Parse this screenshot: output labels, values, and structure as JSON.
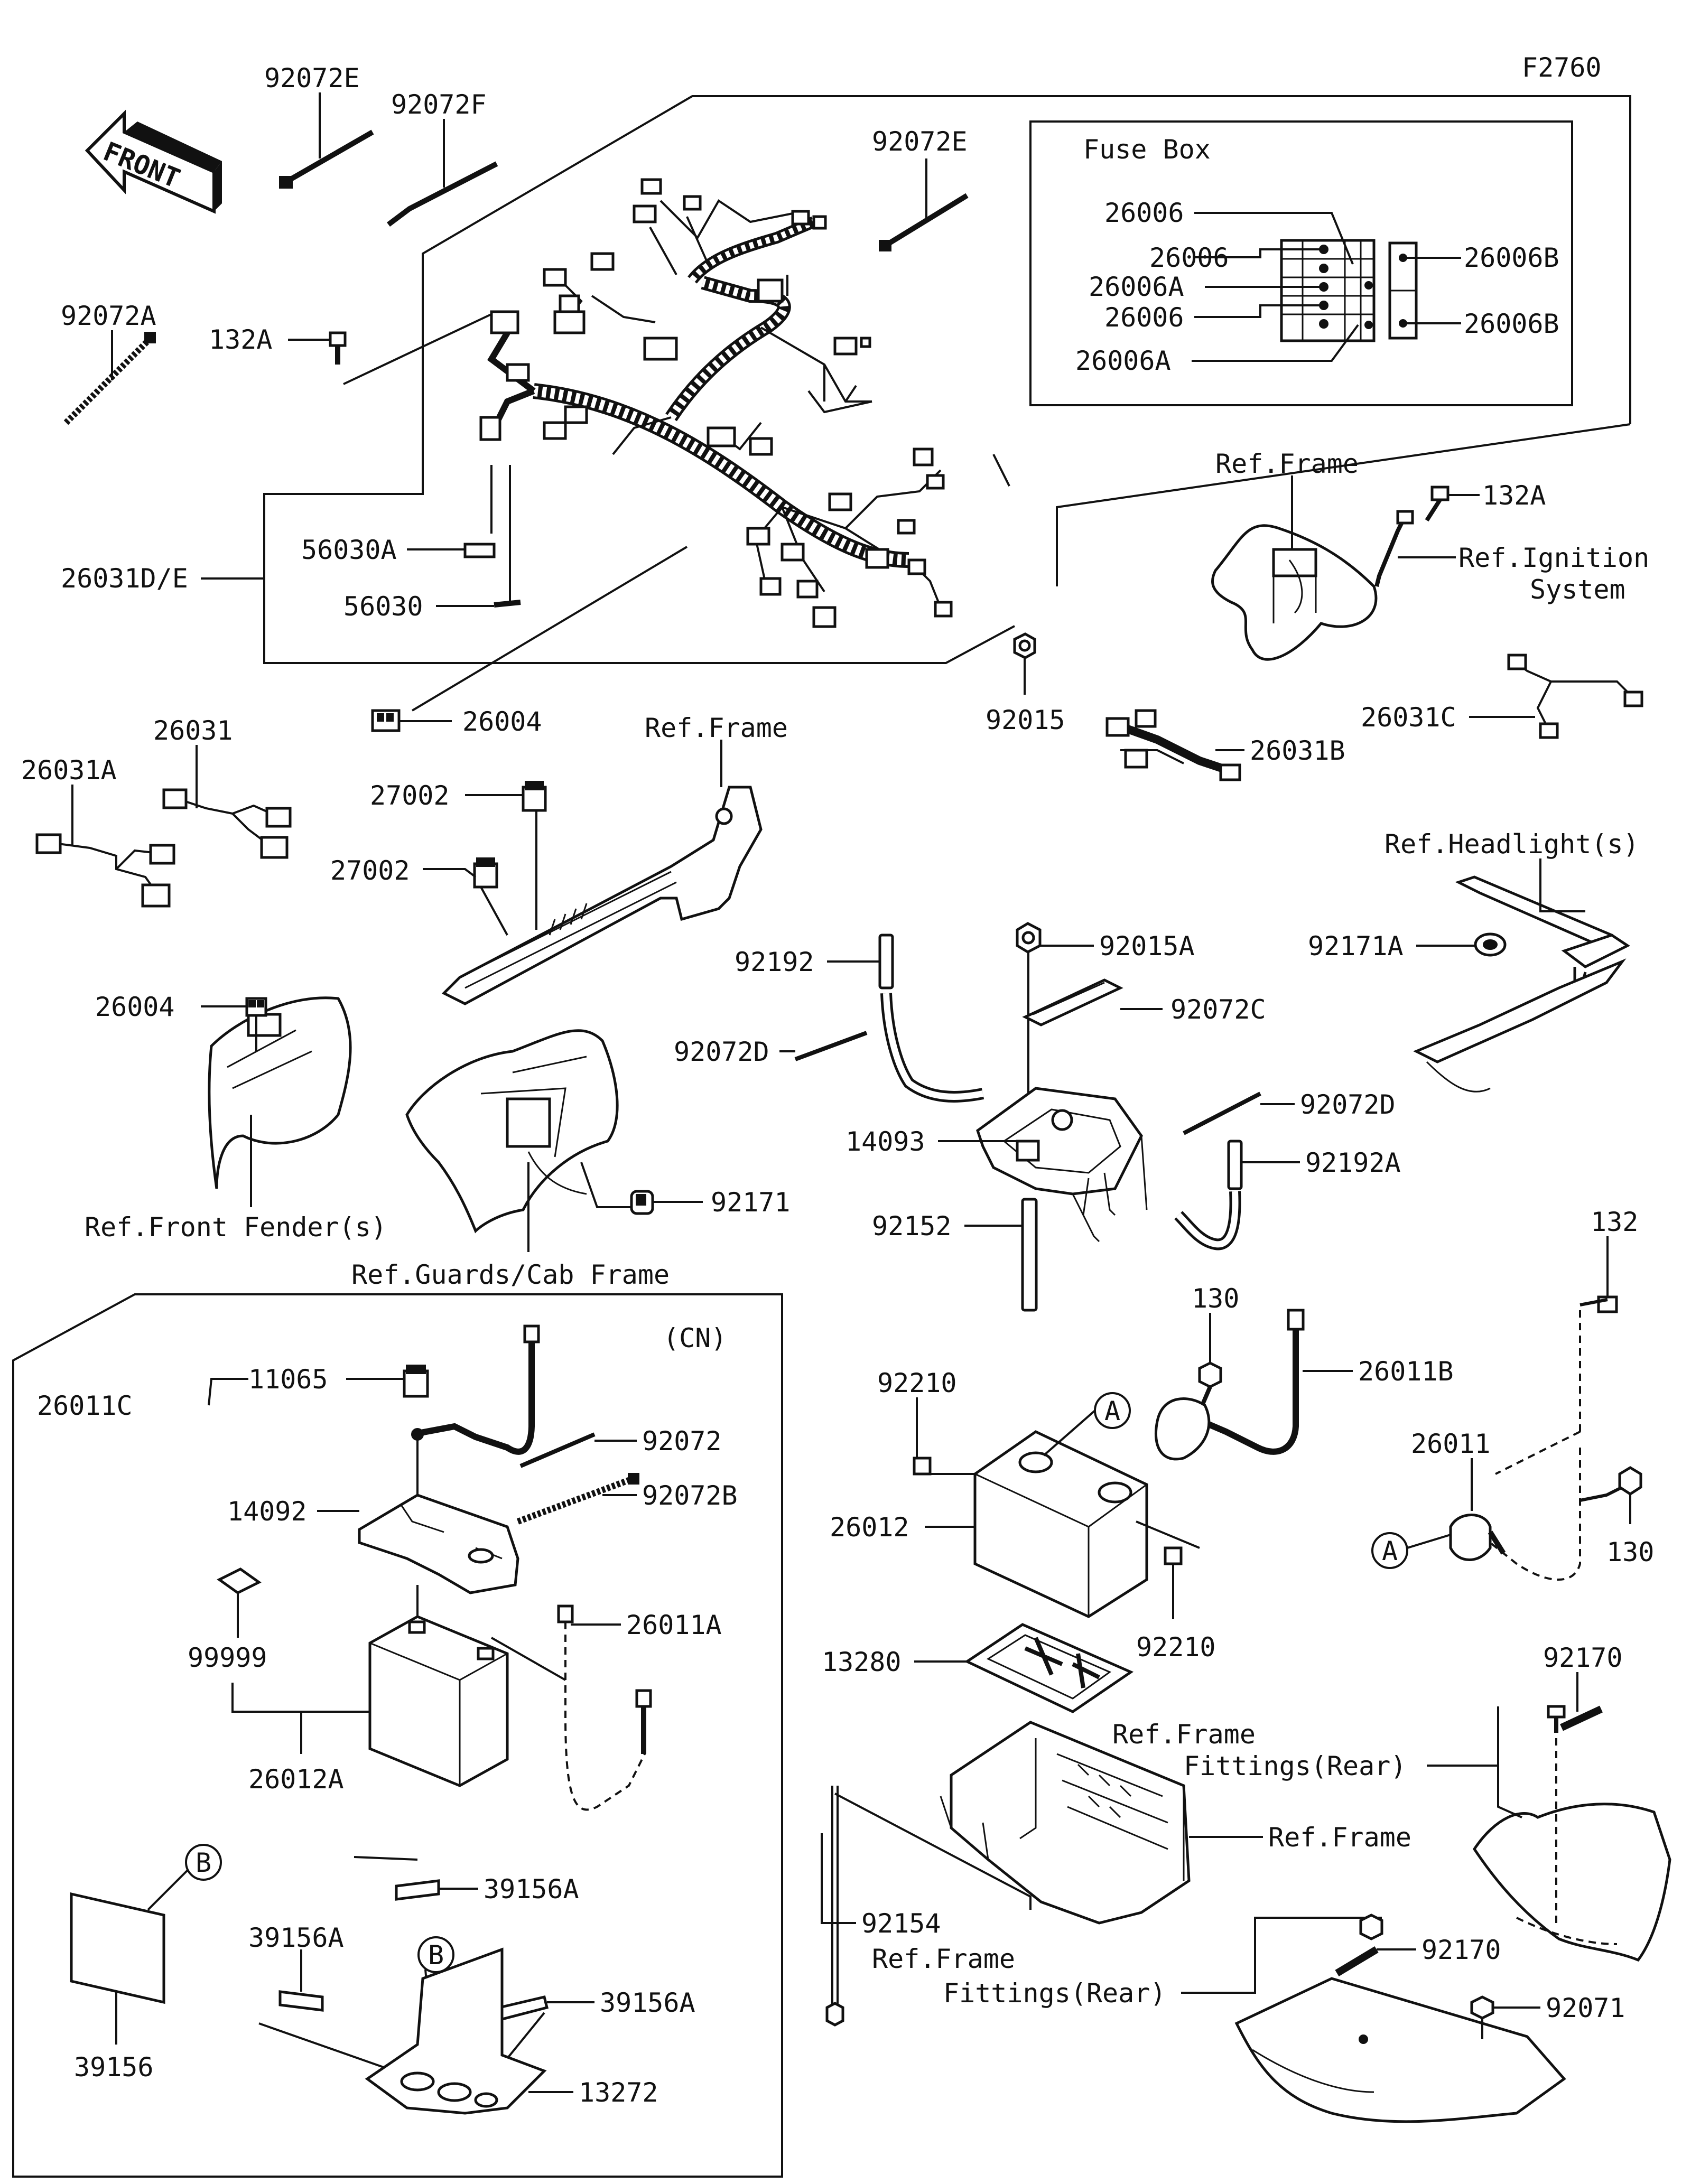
{
  "figure_code": "F2760",
  "front_arrow_label": "FRONT",
  "fuse_box_title": "Fuse Box",
  "cn_label": "(CN)",
  "callout_a": "A",
  "callout_b": "B",
  "labels": {
    "p92072E_a": "92072E",
    "p92072F": "92072F",
    "p92072E_b": "92072E",
    "p92072A": "92072A",
    "p132A_a": "132A",
    "p26031DE": "26031D/E",
    "p56030A": "56030A",
    "p56030": "56030",
    "p26004_a": "26004",
    "p92015": "92015",
    "p26006_1": "26006",
    "p26006_2": "26006",
    "p26006A_1": "26006A",
    "p26006_3": "26006",
    "p26006A_2": "26006A",
    "p26006B_1": "26006B",
    "p26006B_2": "26006B",
    "ref_frame_1": "Ref.Frame",
    "p132A_b": "132A",
    "ref_ignition_1": "Ref.Ignition",
    "ref_ignition_2": "System",
    "p26031C": "26031C",
    "p26031B": "26031B",
    "p26031A": "26031A",
    "p26031": "26031",
    "p27002_a": "27002",
    "p27002_b": "27002",
    "ref_frame_2": "Ref.Frame",
    "ref_headlights": "Ref.Headlight(s)",
    "p92171A": "92171A",
    "p26004_b": "26004",
    "ref_front_fender": "Ref.Front Fender(s)",
    "ref_guards": "Ref.Guards/Cab Frame",
    "p92171": "92171",
    "p92192": "92192",
    "p92015A": "92015A",
    "p92072C": "92072C",
    "p92072D_a": "92072D",
    "p92072D_b": "92072D",
    "p14093": "14093",
    "p92192A": "92192A",
    "p92152": "92152",
    "p132": "132",
    "p130_a": "130",
    "p26011B": "26011B",
    "p92210_a": "92210",
    "p26011": "26011",
    "p26012": "26012",
    "p130_b": "130",
    "p92210_b": "92210",
    "p13280": "13280",
    "p92170_a": "92170",
    "ref_frame_3a": "Ref.Frame",
    "ref_fittings_1": "Fittings(Rear)",
    "ref_frame_4": "Ref.Frame",
    "p92154": "92154",
    "ref_frame_5": "Ref.Frame",
    "ref_fittings_2": "Fittings(Rear)",
    "p92170_b": "92170",
    "p92071": "92071",
    "p26011C": "26011C",
    "p11065": "11065",
    "p92072": "92072",
    "p92072B": "92072B",
    "p14092": "14092",
    "p99999": "99999",
    "p26011A": "26011A",
    "p26012A": "26012A",
    "p39156A_a": "39156A",
    "p39156A_b": "39156A",
    "p39156A_c": "39156A",
    "p39156": "39156",
    "p13272": "13272"
  }
}
